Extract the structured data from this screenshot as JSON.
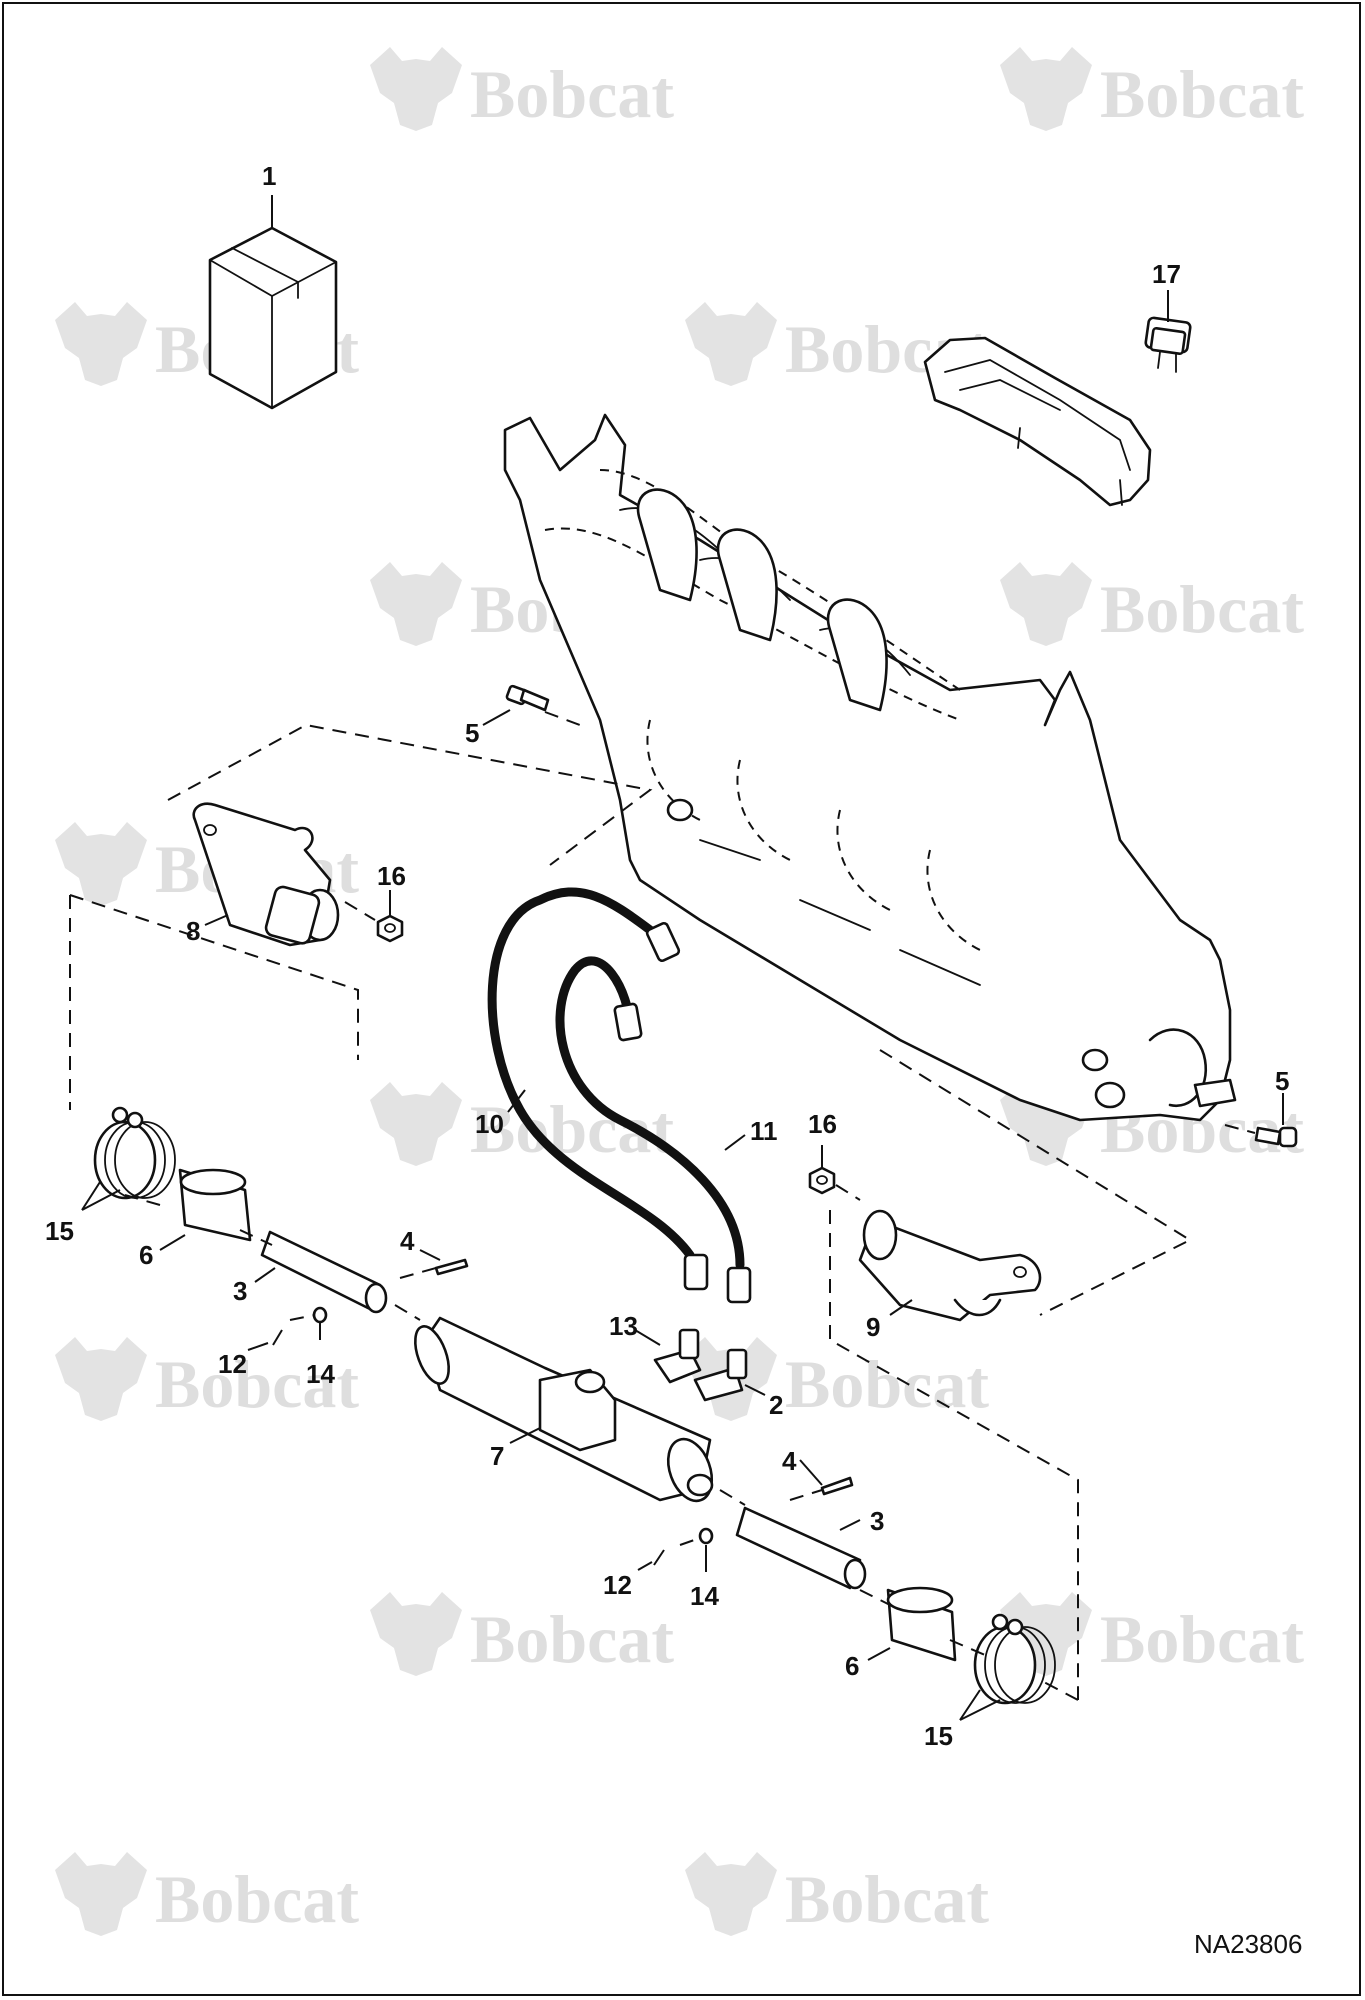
{
  "diagram": {
    "brand_watermark": "Bobcat",
    "drawing_number": "NA23806",
    "callouts": [
      "1",
      "17",
      "5",
      "16",
      "8",
      "5",
      "10",
      "11",
      "16",
      "15",
      "6",
      "4",
      "3",
      "13",
      "9",
      "12",
      "14",
      "2",
      "7",
      "4",
      "3",
      "12",
      "14",
      "6",
      "15"
    ]
  },
  "colors": {
    "line": "#111111",
    "watermark": "#dedede",
    "background": "#ffffff"
  }
}
